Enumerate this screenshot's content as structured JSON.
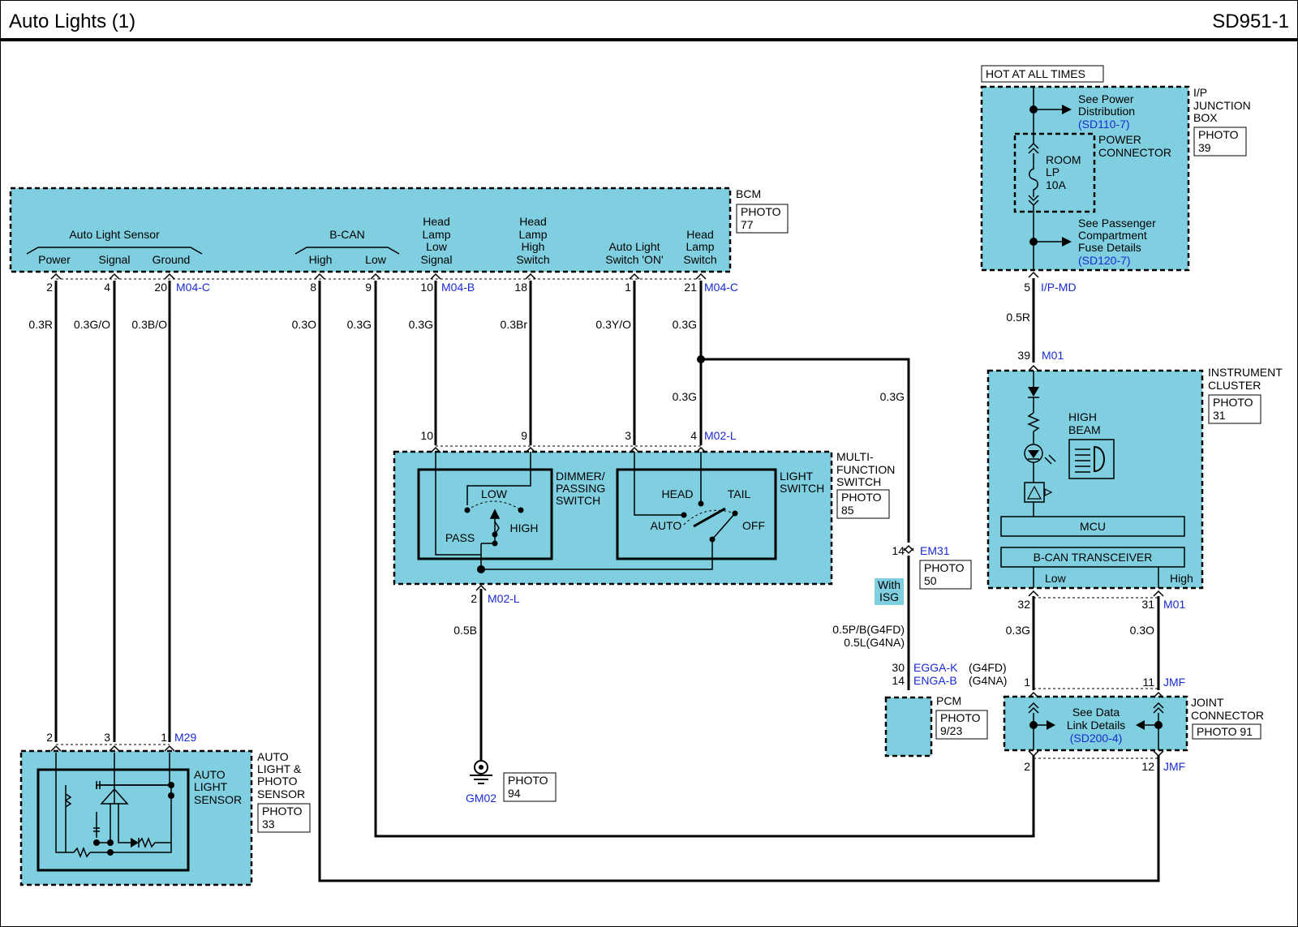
{
  "header": {
    "title": "Auto Lights (1)",
    "code": "SD951-1"
  },
  "bcm": {
    "name": "BCM",
    "photo": "PHOTO",
    "photo_no": "77",
    "group_sensor": "Auto Light Sensor",
    "group_bcan": "B-CAN",
    "pins": {
      "power": "Power",
      "signal": "Signal",
      "ground": "Ground",
      "high": "High",
      "low": "Low",
      "hl_low_1": "Head",
      "hl_low_2": "Lamp",
      "hl_low_3": "Low",
      "hl_low_4": "Signal",
      "hl_high_1": "Head",
      "hl_high_2": "Lamp",
      "hl_high_3": "High",
      "hl_high_4": "Switch",
      "als_1": "Auto Light",
      "als_2": "Switch 'ON'",
      "hls_1": "Head",
      "hls_2": "Lamp",
      "hls_3": "Switch"
    },
    "connectors": {
      "c": "M04-C",
      "b": "M04-B",
      "c2": "M04-C"
    },
    "pin_numbers": [
      "2",
      "4",
      "20",
      "8",
      "9",
      "10",
      "18",
      "1",
      "21"
    ]
  },
  "wires": {
    "w_power": "0.3R",
    "w_signal": "0.3G/O",
    "w_ground": "0.3B/O",
    "w_high": "0.3O",
    "w_low": "0.3G",
    "w_hl_low": "0.3G",
    "w_hl_high": "0.3Br",
    "w_als": "0.3Y/O",
    "w_hls": "0.3G",
    "w_hls2": "0.3G",
    "w_pcm": "0.3G",
    "w_gnd": "0.5B",
    "w_ip": "0.5R",
    "w_cl_low": "0.3G",
    "w_cl_high": "0.3O",
    "w_pcm2_1": "0.5P/B(G4FD)",
    "w_pcm2_2": "0.5L(G4NA)"
  },
  "mfs": {
    "name_1": "MULTI-",
    "name_2": "FUNCTION",
    "name_3": "SWITCH",
    "photo": "PHOTO",
    "photo_no": "85",
    "connector": "M02-L",
    "pins": [
      "10",
      "9",
      "3",
      "4"
    ],
    "dimmer_1": "DIMMER/",
    "dimmer_2": "PASSING",
    "dimmer_3": "SWITCH",
    "low": "LOW",
    "pass": "PASS",
    "high": "HIGH",
    "light_1": "LIGHT",
    "light_2": "SWITCH",
    "head": "HEAD",
    "tail": "TAIL",
    "auto": "AUTO",
    "off": "OFF",
    "gnd_pin": "2",
    "gnd_conn": "M02-L"
  },
  "ground": {
    "name": "GM02",
    "photo": "PHOTO",
    "photo_no": "94"
  },
  "sensor": {
    "pins": [
      "2",
      "3",
      "1"
    ],
    "connector": "M29",
    "inner_1": "AUTO",
    "inner_2": "LIGHT",
    "inner_3": "SENSOR",
    "name_1": "AUTO",
    "name_2": "LIGHT &",
    "name_3": "PHOTO",
    "name_4": "SENSOR",
    "photo": "PHOTO",
    "photo_no": "33"
  },
  "ipjb": {
    "hot": "HOT AT ALL TIMES",
    "name_1": "I/P",
    "name_2": "JUNCTION",
    "name_3": "BOX",
    "photo": "PHOTO",
    "photo_no": "39",
    "see1_1": "See Power",
    "see1_2": "Distribution",
    "see1_ref": "(SD110-7)",
    "pc_1": "POWER",
    "pc_2": "CONNECTOR",
    "fuse_1": "ROOM",
    "fuse_2": "LP",
    "fuse_3": "10A",
    "see2_1": "See Passenger",
    "see2_2": "Compartment",
    "see2_3": "Fuse Details",
    "see2_ref": "(SD120-7)",
    "pin": "5",
    "connector": "I/P-MD"
  },
  "cluster": {
    "pin": "39",
    "connector": "M01",
    "name_1": "INSTRUMENT",
    "name_2": "CLUSTER",
    "photo": "PHOTO",
    "photo_no": "31",
    "hb_1": "HIGH",
    "hb_2": "BEAM",
    "mcu": "MCU",
    "bcan": "B-CAN TRANSCEIVER",
    "low": "Low",
    "high": "High",
    "pin_low": "32",
    "pin_high": "31",
    "conn2": "M01"
  },
  "pcm": {
    "em_pin": "14",
    "em_conn": "EM31",
    "photo": "PHOTO",
    "photo_no": "50",
    "isg_1": "With",
    "isg_2": "ISG",
    "p1": "30",
    "c1": "EGGA-K",
    "v1": "(G4FD)",
    "p2": "14",
    "c2": "ENGA-B",
    "v2": "(G4NA)",
    "name": "PCM",
    "photo2": "PHOTO",
    "photo2_no": "9/23"
  },
  "jc": {
    "pin_l": "1",
    "pin_r": "11",
    "conn": "JMF",
    "name_1": "JOINT",
    "name_2": "CONNECTOR",
    "photo": "PHOTO 91",
    "see_1": "See Data",
    "see_2": "Link Details",
    "see_ref": "(SD200-4)",
    "pin_bl": "2",
    "pin_br": "12",
    "conn2": "JMF"
  },
  "colors": {
    "module_fill": "#80cfe0",
    "connector_text": "#1a2bd4"
  }
}
